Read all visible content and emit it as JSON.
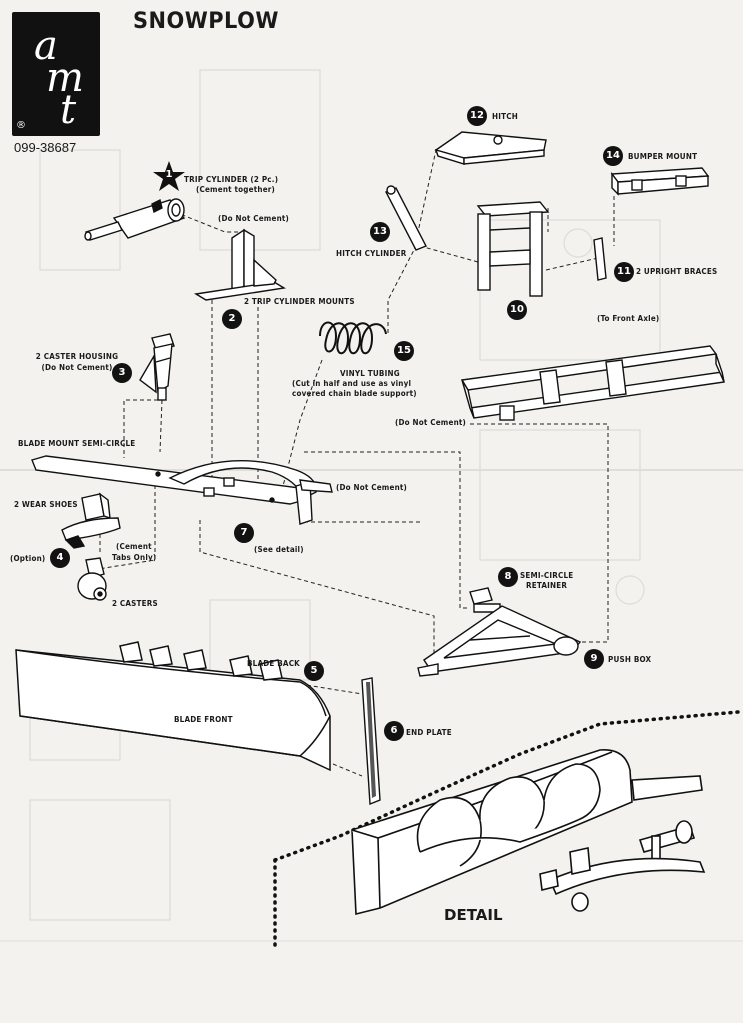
{
  "header": {
    "brand": [
      "a",
      "m",
      "t"
    ],
    "registered": "®",
    "part_number": "099-38687",
    "title": "SNOWPLOW"
  },
  "parts": [
    {
      "num": "1",
      "label": "TRIP CYLINDER (2 Pc.)",
      "note": "(Cement together)"
    },
    {
      "num": "2",
      "label": "2 TRIP CYLINDER MOUNTS",
      "note": "(Do Not Cement)"
    },
    {
      "num": "3",
      "label": "2 CASTER HOUSING",
      "note": "(Do Not Cement)"
    },
    {
      "num": "4",
      "label": "(Option)",
      "note": "(Cement Tabs Only)"
    },
    {
      "num": "5",
      "label": "BLADE BACK",
      "note": ""
    },
    {
      "num": "6",
      "label": "END PLATE",
      "note": ""
    },
    {
      "num": "7",
      "label": "(See detail)",
      "note": "(Do Not Cement)"
    },
    {
      "num": "8",
      "label": "SEMI-CIRCLE RETAINER",
      "note": ""
    },
    {
      "num": "9",
      "label": "PUSH BOX",
      "note": ""
    },
    {
      "num": "10",
      "label": "",
      "note": "(Do Not Cement)"
    },
    {
      "num": "11",
      "label": "2 UPRIGHT BRACES",
      "note": ""
    },
    {
      "num": "12",
      "label": "HITCH",
      "note": ""
    },
    {
      "num": "13",
      "label": "HITCH CYLINDER",
      "note": ""
    },
    {
      "num": "14",
      "label": "BUMPER MOUNT",
      "note": ""
    },
    {
      "num": "15",
      "label": "VINYL TUBING",
      "note": "(Cut in half and use as vinyl covered chain blade support)"
    }
  ],
  "labels": {
    "blade_mount": "BLADE MOUNT SEMI-CIRCLE",
    "wear_shoes": "2 WEAR SHOES",
    "casters": "2 CASTERS",
    "blade_front": "BLADE FRONT",
    "to_front_axle": "(To Front Axle)",
    "cement_tabs_1": "(Cement",
    "cement_tabs_2": "Tabs Only)",
    "semi_retainer_1": "SEMI-CIRCLE",
    "semi_retainer_2": "RETAINER",
    "vinyl_note_1": "(Cut in half and use as vinyl",
    "vinyl_note_2": "covered chain blade support)",
    "detail": "DETAIL"
  }
}
